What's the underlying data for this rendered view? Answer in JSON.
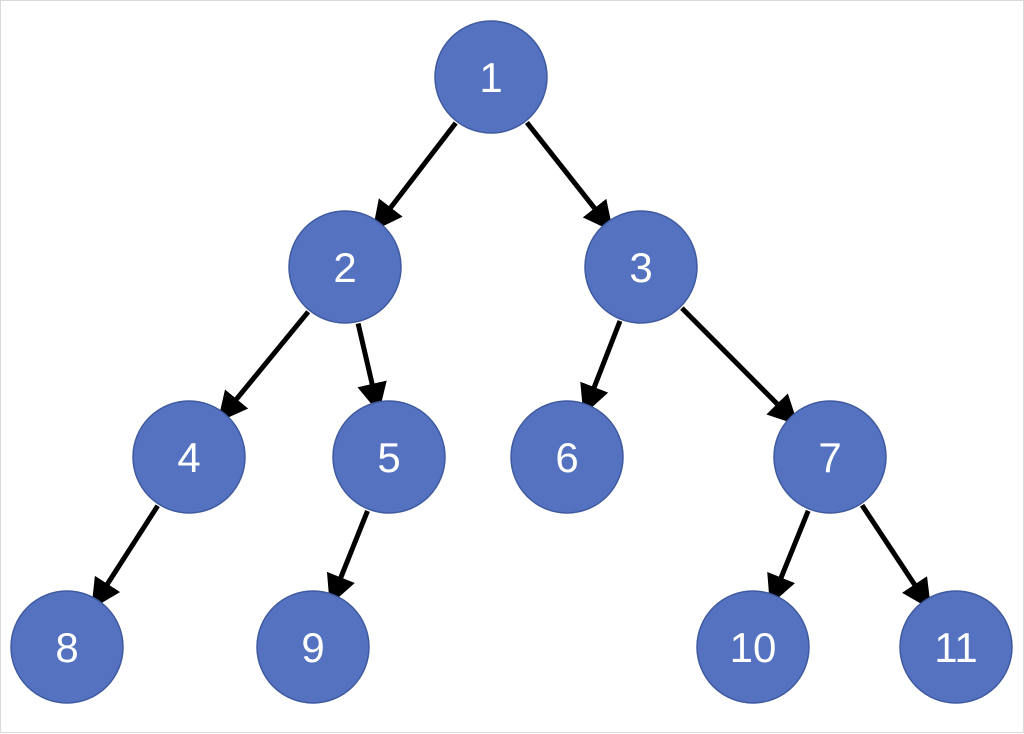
{
  "diagram": {
    "type": "binary-tree",
    "colors": {
      "node_fill": "#5472C0",
      "node_stroke": "#3F5A9F",
      "edge": "#000000",
      "label": "#FFFFFF"
    },
    "nodes": [
      {
        "id": "1",
        "label": "1"
      },
      {
        "id": "2",
        "label": "2"
      },
      {
        "id": "3",
        "label": "3"
      },
      {
        "id": "4",
        "label": "4"
      },
      {
        "id": "5",
        "label": "5"
      },
      {
        "id": "6",
        "label": "6"
      },
      {
        "id": "7",
        "label": "7"
      },
      {
        "id": "8",
        "label": "8"
      },
      {
        "id": "9",
        "label": "9"
      },
      {
        "id": "10",
        "label": "10"
      },
      {
        "id": "11",
        "label": "11"
      }
    ],
    "edges": [
      {
        "from": "1",
        "to": "2"
      },
      {
        "from": "1",
        "to": "3"
      },
      {
        "from": "2",
        "to": "4"
      },
      {
        "from": "2",
        "to": "5"
      },
      {
        "from": "3",
        "to": "6"
      },
      {
        "from": "3",
        "to": "7"
      },
      {
        "from": "4",
        "to": "8"
      },
      {
        "from": "5",
        "to": "9"
      },
      {
        "from": "7",
        "to": "10"
      },
      {
        "from": "7",
        "to": "11"
      }
    ]
  }
}
